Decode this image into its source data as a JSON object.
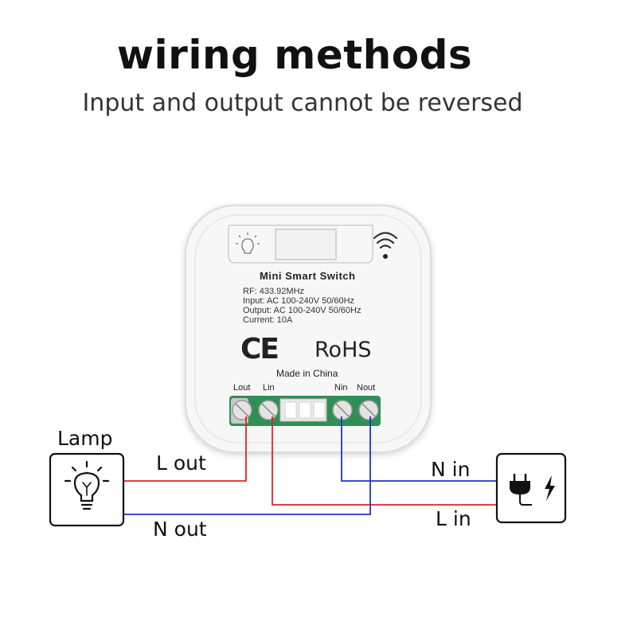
{
  "title": "wiring methods",
  "subtitle": "Input and output cannot be reversed",
  "device": {
    "name": "Mini  Smart  Switch",
    "specs": [
      "RF: 433.92MHz",
      "Input:  AC 100-240V  50/60Hz",
      "Output:  AC 100-240V  50/60Hz",
      "Current:  10A"
    ],
    "ce_mark": "CE",
    "rohs_mark": "RoHS",
    "made_in": "Made in China",
    "terminals": [
      "Lout",
      "Lin",
      "Nin",
      "Nout"
    ]
  },
  "lamp_label": "Lamp",
  "wires": {
    "l_out": "L out",
    "n_out": "N out",
    "n_in": "N in",
    "l_in": "L in"
  },
  "colors": {
    "live_wire": "#e5202a",
    "neutral_wire": "#2233cc",
    "terminal_board": "#2f8f55",
    "device_body": "#f4f4f4"
  },
  "icons": [
    "light-bulb-icon",
    "power-plug-icon",
    "lightning-icon",
    "wifi-icon",
    "backlight-icon"
  ]
}
